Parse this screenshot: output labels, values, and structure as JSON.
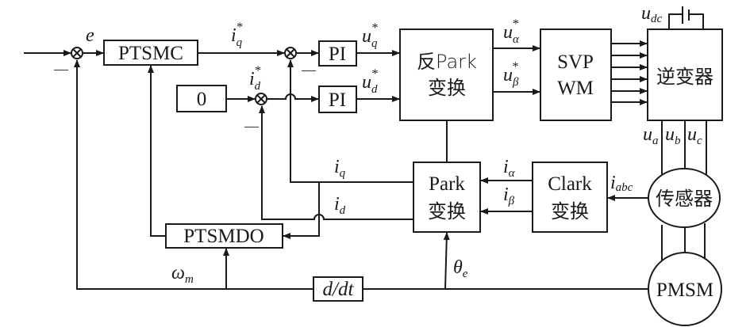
{
  "diagram": {
    "blocks": {
      "ptsmc": "PTSMC",
      "zero": "0",
      "pi_q": "PI",
      "pi_d": "PI",
      "inv_park_line1": "反Park",
      "inv_park_line2": "变换",
      "svpwm_line1": "SVP",
      "svpwm_line2": "WM",
      "inverter": "逆变器",
      "park_line1": "Park",
      "park_line2": "变换",
      "clark_line1": "Clark",
      "clark_line2": "变换",
      "sensor": "传感器",
      "pmsm": "PMSM",
      "ptsmdo": "PTSMDO",
      "ddt": "d/dt"
    },
    "signals": {
      "e": "e",
      "iq_ref": {
        "base": "i",
        "sub": "q",
        "sup": "*"
      },
      "id_ref": {
        "base": "i",
        "sub": "d",
        "sup": "*"
      },
      "uq_ref": {
        "base": "u",
        "sub": "q",
        "sup": "*"
      },
      "ud_ref": {
        "base": "u",
        "sub": "d",
        "sup": "*"
      },
      "ualpha_ref": {
        "base": "u",
        "sub": "α",
        "sup": "*"
      },
      "ubeta_ref": {
        "base": "u",
        "sub": "β",
        "sup": "*"
      },
      "udc": {
        "base": "u",
        "sub": "dc"
      },
      "ua": {
        "base": "u",
        "sub": "a"
      },
      "ub": {
        "base": "u",
        "sub": "b"
      },
      "uc": {
        "base": "u",
        "sub": "c"
      },
      "ialpha": {
        "base": "i",
        "sub": "α"
      },
      "ibeta": {
        "base": "i",
        "sub": "β"
      },
      "iabc": {
        "base": "i",
        "sub": "abc"
      },
      "iq": {
        "base": "i",
        "sub": "q"
      },
      "id": {
        "base": "i",
        "sub": "d"
      },
      "omega_m": {
        "base": "ω",
        "sub": "m"
      },
      "theta_e": {
        "base": "θ",
        "sub": "e"
      }
    },
    "signs": {
      "minus": "—"
    }
  }
}
